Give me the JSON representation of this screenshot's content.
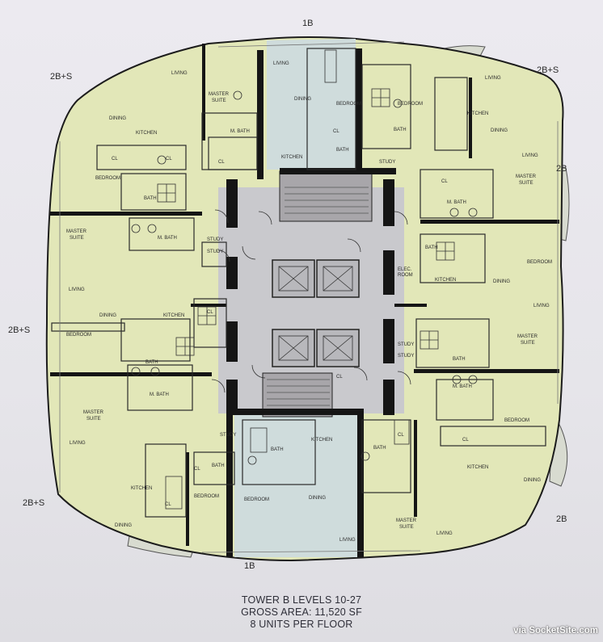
{
  "units": {
    "top": "1B",
    "top_left": "2B+S",
    "top_right": "2B+S",
    "left": "2B+S",
    "right": "2B",
    "bottom_left": "2B+S",
    "bottom_right": "2B",
    "bottom": "1B"
  },
  "rooms": {
    "living": "LIVING",
    "dining": "DINING",
    "kitchen": "KITCHEN",
    "bedroom": "BEDROOM",
    "master": "MASTER",
    "suite": "SUITE",
    "m_bath": "M. BATH",
    "bath": "BATH",
    "study": "STUDY",
    "cl": "CL",
    "elec": "ELEC.",
    "room": "ROOM"
  },
  "caption": {
    "line1": "TOWER B LEVELS 10-27",
    "line2": "GROSS AREA: 11,520 SF",
    "line3": "8 UNITS PER FLOOR"
  },
  "watermark": "via SocketSite.com",
  "colors": {
    "unit_fill": "#e2e7b8",
    "unit_fill_blue": "#cfdcdc",
    "core_fill": "#c9c9cd",
    "wall": "#151515"
  }
}
